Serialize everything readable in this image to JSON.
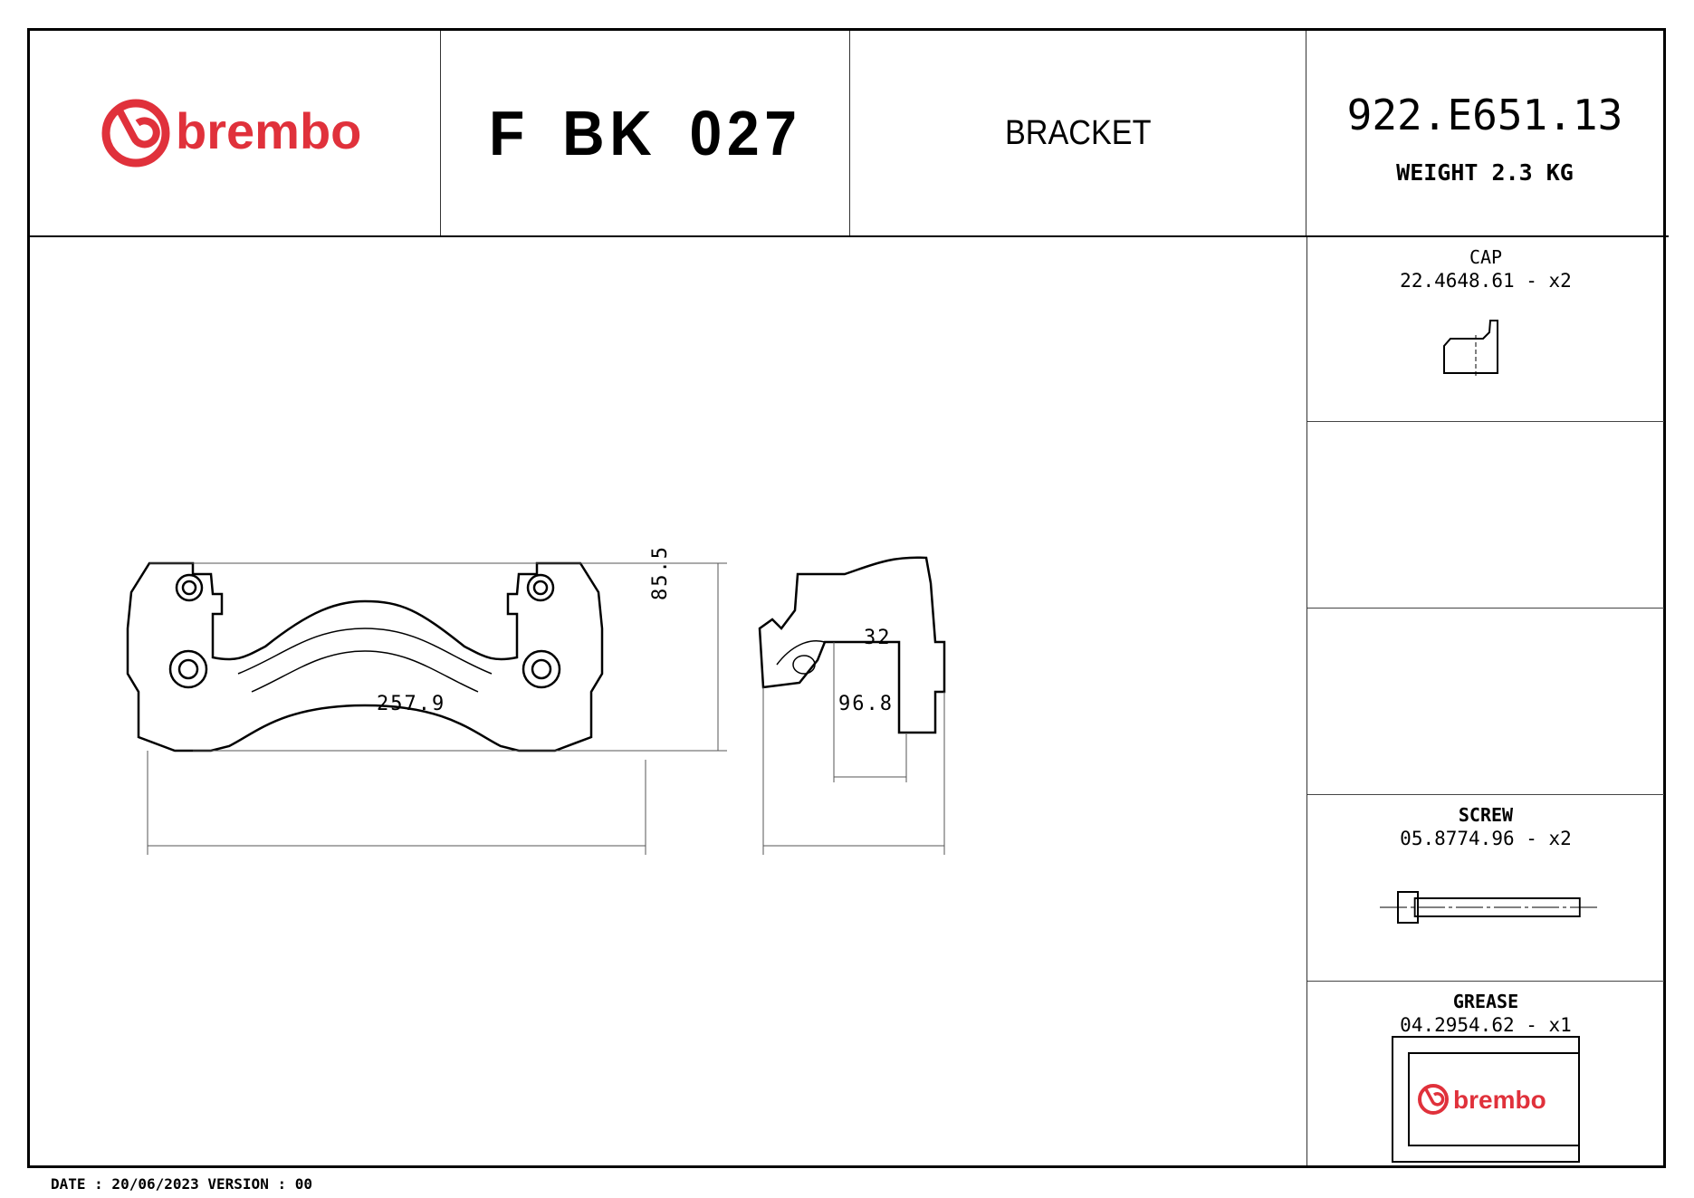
{
  "brand": {
    "name": "brembo",
    "color": "#e0313b",
    "watermark_color": "#fbe3e4"
  },
  "header": {
    "product_code": "F BK 027",
    "description": "BRACKET",
    "reference": "922.E651.13",
    "weight_label": "WEIGHT 2.3 KG"
  },
  "drawing": {
    "front_view": {
      "width_dimension": "257.9",
      "height_dimension": "85.5"
    },
    "side_view": {
      "depth_dimension": "96.8",
      "slot_dimension": "32"
    }
  },
  "parts": [
    {
      "name": "CAP",
      "code_qty": "22.4648.61 - x2",
      "icon": "cap-icon"
    },
    {
      "name": "",
      "code_qty": "",
      "icon": ""
    },
    {
      "name": "",
      "code_qty": "",
      "icon": ""
    },
    {
      "name": "SCREW",
      "code_qty": "05.8774.96 - x2",
      "icon": "screw-icon"
    },
    {
      "name": "GREASE",
      "code_qty": "04.2954.62 - x1",
      "icon": "grease-package-icon"
    }
  ],
  "grease_label_brand": "brembo",
  "footer": {
    "text": "DATE : 20/06/2023 VERSION : 00"
  }
}
